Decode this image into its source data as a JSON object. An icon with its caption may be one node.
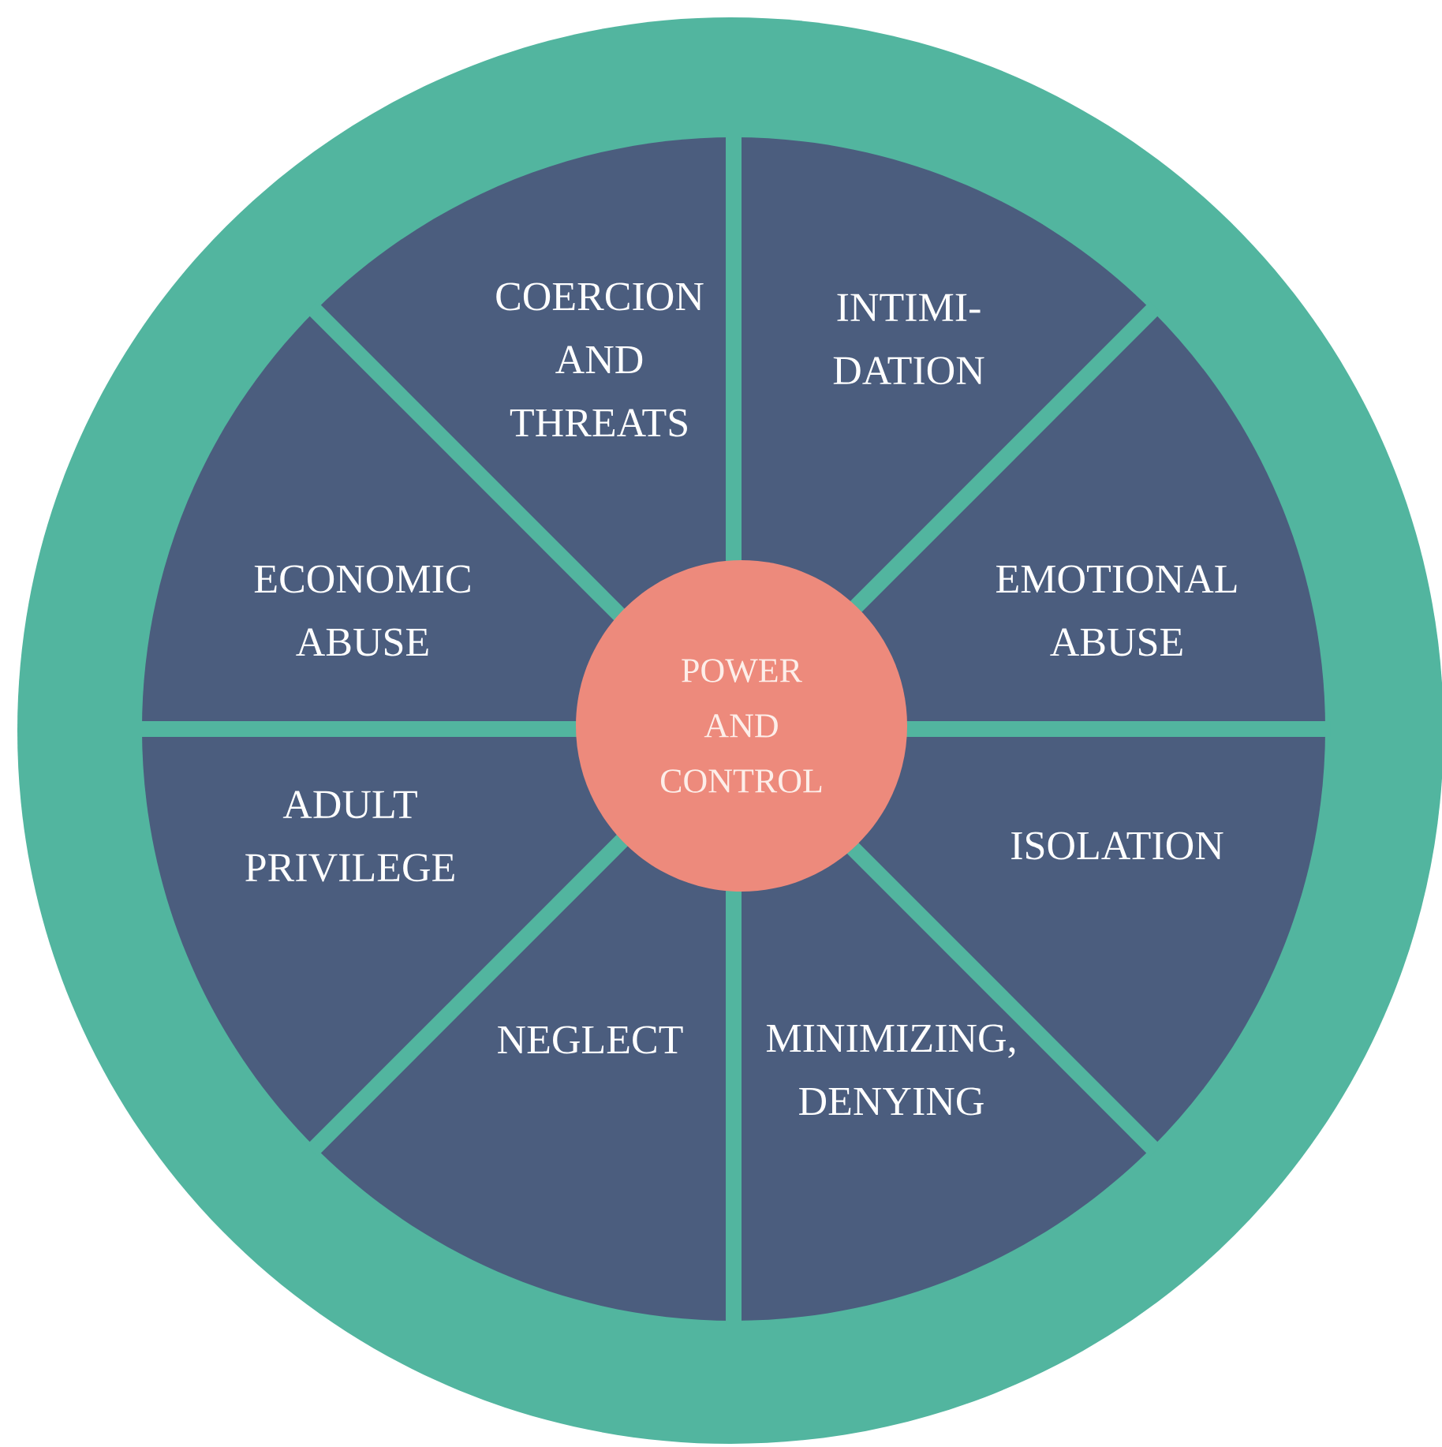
{
  "diagram": {
    "nodes": [
      {
        "text": [
          "COERCION AND THREATS"
        ]
      },
      {
        "text": [
          "INTIMI- DATION"
        ]
      },
      {
        "text": [
          "ECONOMIC ABUSE"
        ]
      },
      {
        "text": [
          "EMOTIONAL ABUSE"
        ]
      },
      {
        "text": [
          "ADULT PRIVILEGE"
        ]
      },
      {
        "text": [
          "ISOLATION"
        ]
      },
      {
        "text": [
          "NEGLECT"
        ]
      },
      {
        "text": [
          "MINIMIZING, DENYING"
        ]
      },
      {
        "text": [
          "POWER AND CONTROL"
        ]
      }
    ]
  }
}
